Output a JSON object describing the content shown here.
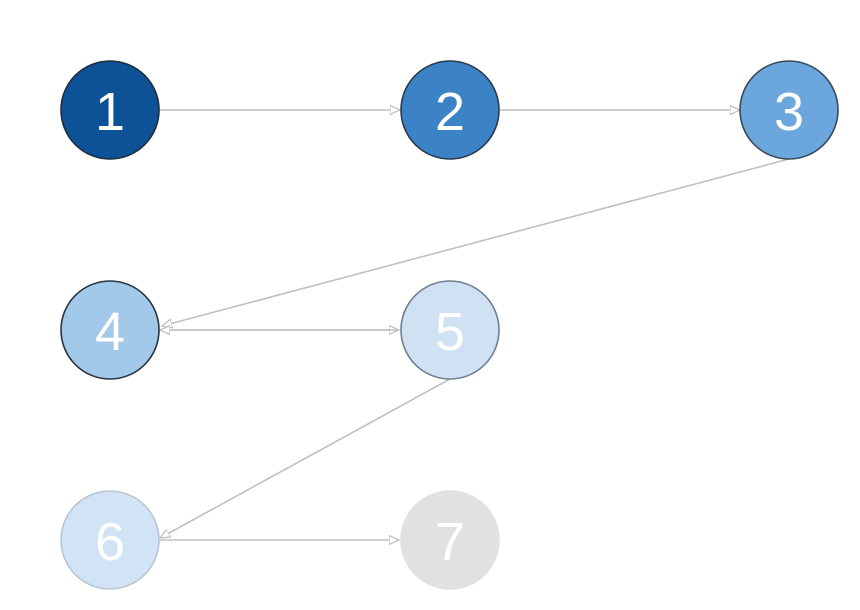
{
  "nodes": [
    {
      "id": "1",
      "label": "1",
      "fill": "#0d5296",
      "stroke": "#1f2d3d"
    },
    {
      "id": "2",
      "label": "2",
      "fill": "#3c82c6",
      "stroke": "#2a3a4a"
    },
    {
      "id": "3",
      "label": "3",
      "fill": "#6ba6dc",
      "stroke": "#3a4a5a"
    },
    {
      "id": "4",
      "label": "4",
      "fill": "#a2c8ea",
      "stroke": "#2a3440"
    },
    {
      "id": "5",
      "label": "5",
      "fill": "#cfe1f3",
      "stroke": "#6f7f8f"
    },
    {
      "id": "6",
      "label": "6",
      "fill": "#d1e3f4",
      "stroke": "#b9c6d2"
    },
    {
      "id": "7",
      "label": "7",
      "fill": "#e1e1e1",
      "stroke": "#e1e1e1"
    }
  ],
  "edges": [
    {
      "from": "1",
      "to": "2"
    },
    {
      "from": "2",
      "to": "3"
    },
    {
      "from": "3",
      "to": "4"
    },
    {
      "from": "4",
      "to": "5"
    },
    {
      "from": "5",
      "to": "4"
    },
    {
      "from": "5",
      "to": "6"
    },
    {
      "from": "6",
      "to": "7"
    }
  ],
  "colors": {
    "edge": "#c0c0c0",
    "label": "#ffffff"
  }
}
